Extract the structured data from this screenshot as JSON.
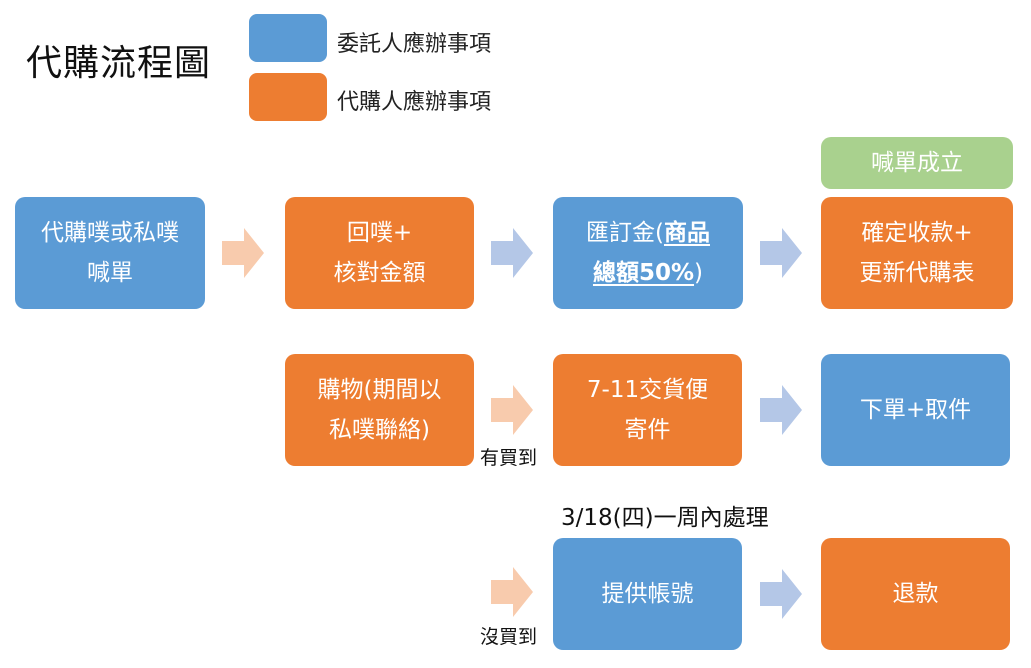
{
  "title": "代購流程圖",
  "legend": {
    "client": {
      "label": "委託人應辦事項",
      "color": "#5b9bd5"
    },
    "agent": {
      "label": "代購人應辦事項",
      "color": "#ed7d31"
    }
  },
  "colors": {
    "blue": "#5b9bd5",
    "orange": "#ed7d31",
    "green": "#a9d18e",
    "arrow_orange": "#f8cbad",
    "arrow_blue": "#b4c7e7"
  },
  "row1": {
    "step1": {
      "line1": "代購噗或私噗",
      "line2": "喊單"
    },
    "step2": {
      "line1": "回噗+",
      "line2": "核對金額"
    },
    "step3": {
      "prefix": "匯訂金(",
      "bold1": "商品",
      "bold2": "總額50%",
      "suffix": ")"
    },
    "step4": {
      "line1": "確定收款+",
      "line2": "更新代購表"
    },
    "status": "喊單成立"
  },
  "row2": {
    "step1": {
      "line1": "購物(期間以",
      "line2": "私噗聯絡)"
    },
    "bought_label": "有買到",
    "step2": {
      "line1": "7-11交貨便",
      "line2": "寄件"
    },
    "step3": "下單+取件"
  },
  "row3": {
    "note": "3/18(四)一周內處理",
    "not_bought_label": "沒買到",
    "step1": "提供帳號",
    "step2": "退款"
  }
}
